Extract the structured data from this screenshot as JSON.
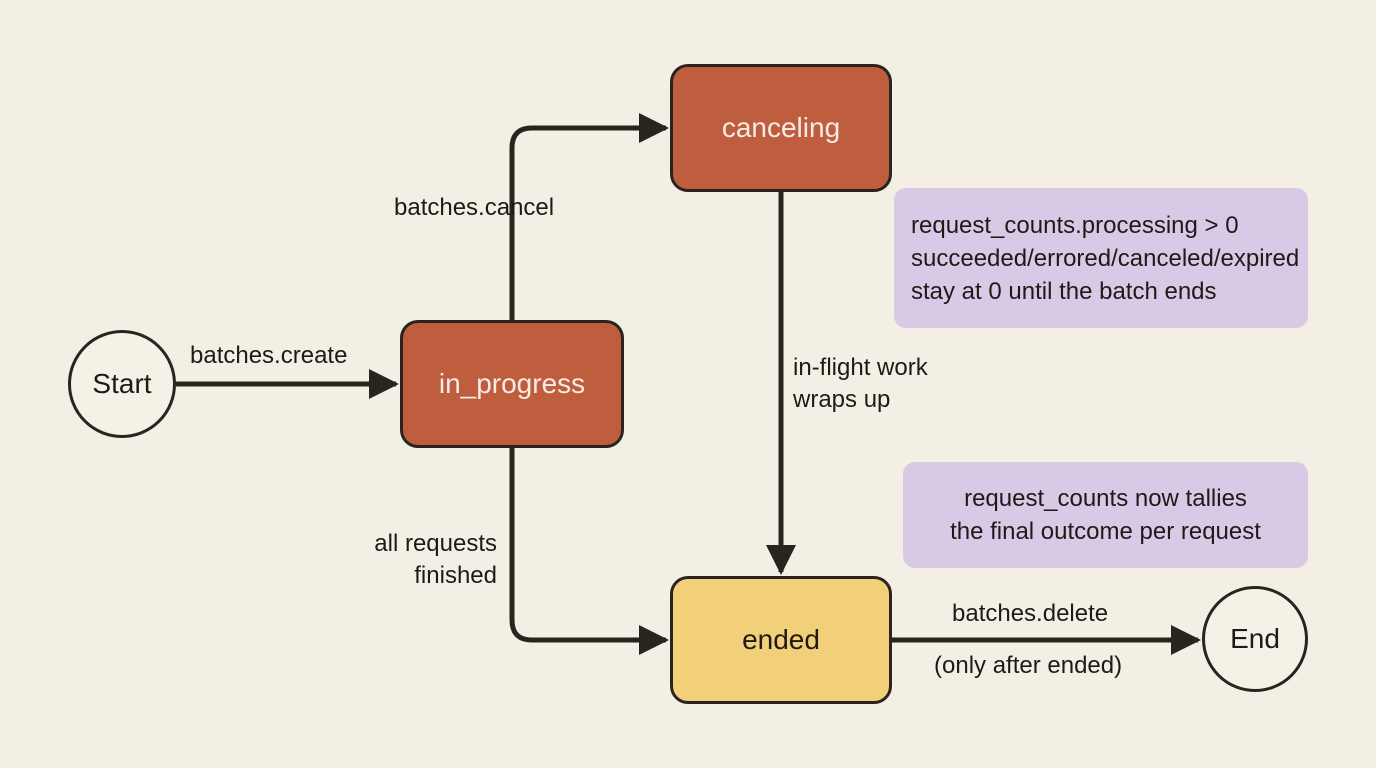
{
  "colors": {
    "background": "#f3efe5",
    "active_state": "#bf5d3f",
    "final_state": "#f2d07a",
    "note": "#d8c9e6",
    "line": "#2a241e"
  },
  "nodes": {
    "start": "Start",
    "in_progress": "in_progress",
    "canceling": "canceling",
    "ended": "ended",
    "end": "End"
  },
  "edges": {
    "create": "batches.create",
    "cancel": "batches.cancel",
    "wrap_up": [
      "in-flight work",
      "wraps up"
    ],
    "finished": [
      "all requests",
      "finished"
    ],
    "delete": "batches.delete",
    "delete_note": "(only after ended)"
  },
  "notes": {
    "canceling_note": [
      "request_counts.processing > 0",
      "succeeded/errored/canceled/expired",
      "stay at 0 until the batch ends"
    ],
    "ended_note": [
      "request_counts now tallies",
      "the final outcome per request"
    ]
  }
}
